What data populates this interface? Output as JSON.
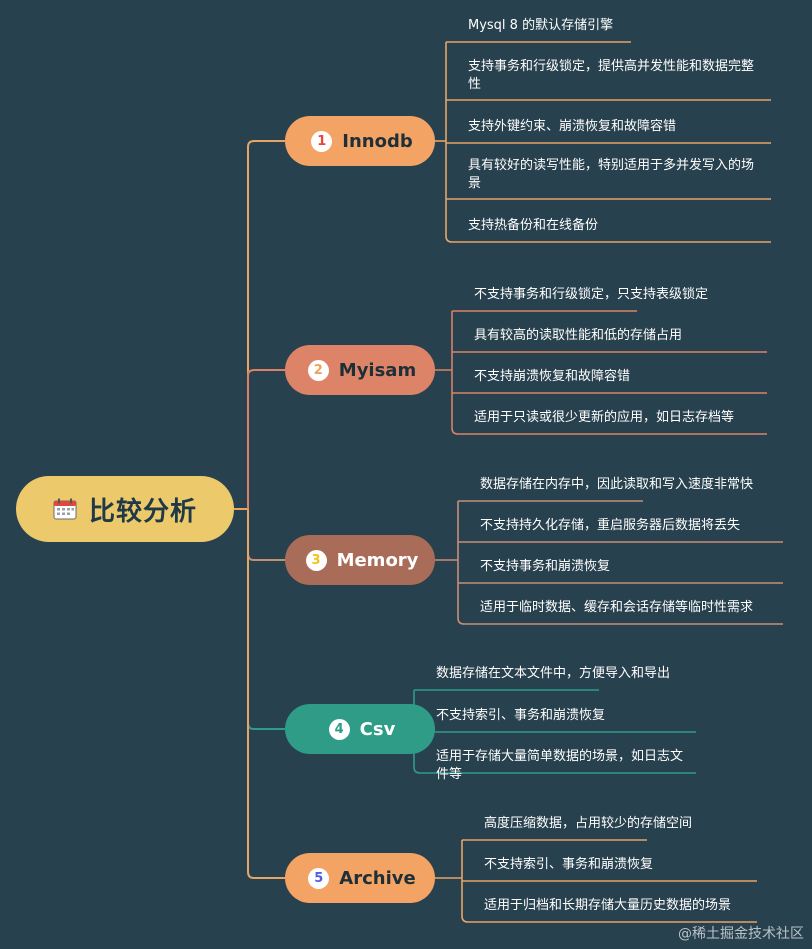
{
  "root": {
    "label": "比较分析",
    "icon": "calendar-icon",
    "color": "#ecc96b"
  },
  "branches": [
    {
      "num": "1",
      "label": "Innodb",
      "color": "#f3a364",
      "num_color": "#e8453c",
      "line_color": "#e6a465",
      "leaves": [
        "Mysql 8 的默认存储引擎",
        "支持事务和行级锁定，提供高并发性能和数据完整性",
        "支持外键约束、崩溃恢复和故障容错",
        "具有较好的读写性能，特别适用于多并发写入的场景",
        "支持热备份和在线备份"
      ]
    },
    {
      "num": "2",
      "label": "Myisam",
      "color": "#dd8468",
      "num_color": "#f0a25b",
      "line_color": "#d98266",
      "leaves": [
        "不支持事务和行级锁定，只支持表级锁定",
        "具有较高的读取性能和低的存储占用",
        "不支持崩溃恢复和故障容错",
        "适用于只读或很少更新的应用，如日志存档等"
      ]
    },
    {
      "num": "3",
      "label": "Memory",
      "color": "#a86c58",
      "num_color": "#f0c419",
      "line_color": "#c88d77",
      "leaves": [
        "数据存储在内存中，因此读取和写入速度非常快",
        "不支持持久化存储，重启服务器后数据将丢失",
        "不支持事务和崩溃恢复",
        "适用于临时数据、缓存和会话存储等临时性需求"
      ]
    },
    {
      "num": "4",
      "label": "Csv",
      "color": "#2f9c87",
      "num_color": "#2f9c87",
      "line_color": "#2f9c87",
      "leaves": [
        "数据存储在文本文件中，方便导入和导出",
        "不支持索引、事务和崩溃恢复",
        "适用于存储大量简单数据的场景，如日志文件等"
      ]
    },
    {
      "num": "5",
      "label": "Archive",
      "color": "#f3a364",
      "num_color": "#4e5ee2",
      "line_color": "#e6a465",
      "leaves": [
        "高度压缩数据，占用较少的存储空间",
        "不支持索引、事务和崩溃恢复",
        "适用于归档和长期存储大量历史数据的场景"
      ]
    }
  ],
  "watermark": "@稀土掘金技术社区"
}
